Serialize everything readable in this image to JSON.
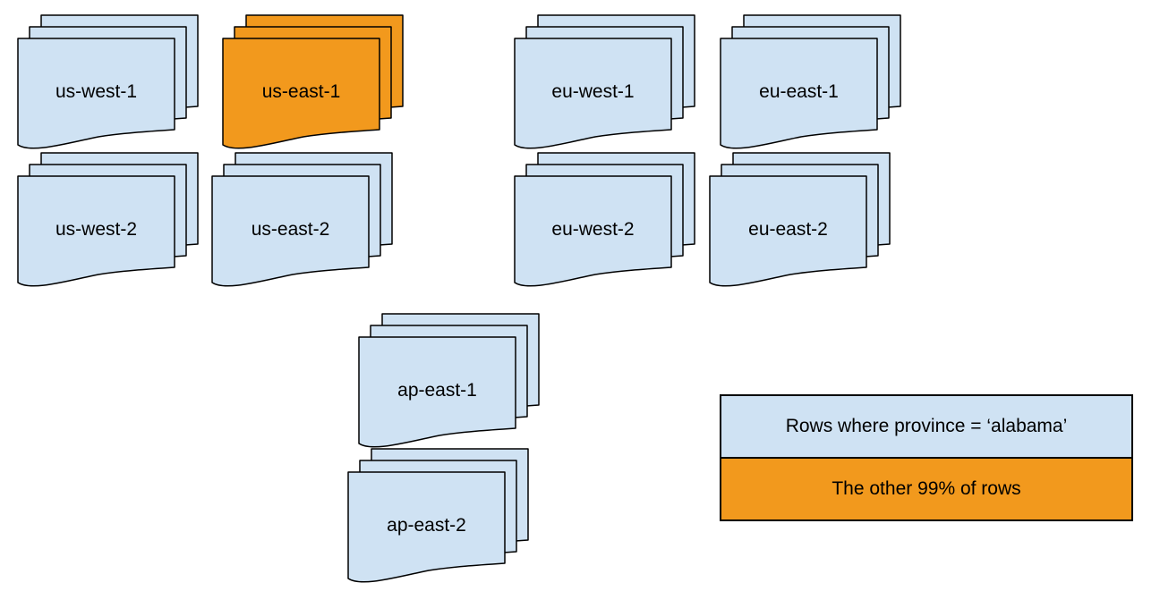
{
  "colors": {
    "background": "#FFFFFF",
    "region_fill": "#CFE2F3",
    "highlight_fill": "#F2991D",
    "stroke": "#000000",
    "text": "#000000"
  },
  "stacks": [
    {
      "label": "us-west-1",
      "variant": "default"
    },
    {
      "label": "us-east-1",
      "variant": "highlight"
    },
    {
      "label": "eu-west-1",
      "variant": "default"
    },
    {
      "label": "eu-east-1",
      "variant": "default"
    },
    {
      "label": "us-west-2",
      "variant": "default"
    },
    {
      "label": "us-east-2",
      "variant": "default"
    },
    {
      "label": "eu-west-2",
      "variant": "default"
    },
    {
      "label": "eu-east-2",
      "variant": "default"
    },
    {
      "label": "ap-east-1",
      "variant": "default"
    },
    {
      "label": "ap-east-2",
      "variant": "default"
    }
  ],
  "legend": {
    "items": [
      {
        "label": "Rows where province = ‘alabama’",
        "variant": "default"
      },
      {
        "label": "The other 99% of rows",
        "variant": "highlight"
      }
    ]
  }
}
